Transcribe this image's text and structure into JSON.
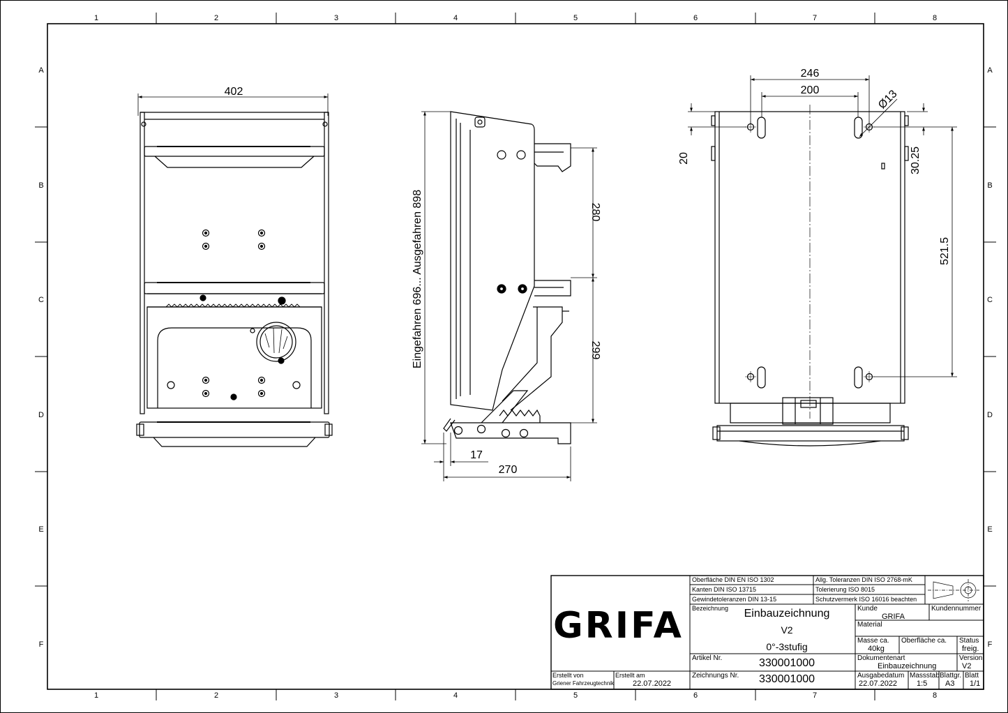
{
  "frame": {
    "columns": [
      "1",
      "2",
      "3",
      "4",
      "5",
      "6",
      "7",
      "8"
    ],
    "rows": [
      "A",
      "B",
      "C",
      "D",
      "E",
      "F"
    ]
  },
  "dimensions": {
    "front_width": "402",
    "side_height": "Eingefahren 696... Ausgefahren 898",
    "side_upper": "280",
    "side_lower": "299",
    "side_offset": "17",
    "side_depth": "270",
    "rear_outer": "246",
    "rear_inner": "200",
    "rear_hole": "Ø13",
    "rear_top": "20",
    "rear_edge": "30.25",
    "rear_vertical": "521.5"
  },
  "title_block": {
    "logo": "GRIFA",
    "standards": {
      "surface": "Oberfläche DIN EN ISO 1302",
      "edges": "Kanten DIN ISO 13715",
      "thread_tol": "Gewindetoleranzen DIN 13-15",
      "general_tol": "Allg. Toleranzen DIN ISO 2768-mK",
      "tolerancing": "Tolerierung ISO 8015",
      "protection": "Schutzvermerk ISO 16016 beachten"
    },
    "designation_label": "Bezeichnung",
    "designation_line1": "Einbauzeichnung",
    "designation_line2": "V2",
    "designation_line3": "0°-3stufig",
    "customer_label": "Kunde",
    "customer_value": "GRIFA",
    "customer_no_label": "Kundennummer",
    "customer_no_value": "",
    "material_label": "Material",
    "material_value": "",
    "mass_label": "Masse ca.",
    "mass_value": "40kg",
    "finish_label": "Oberfläche ca.",
    "finish_value": "",
    "status_label": "Status",
    "status_value": "freig.",
    "article_label": "Artikel Nr.",
    "article_value": "330001000",
    "doctype_label": "Dokumentenart",
    "doctype_value": "Einbauzeichnung",
    "version_label": "Version",
    "version_value": "V2",
    "drawing_label": "Zeichnungs Nr.",
    "drawing_value": "330001000",
    "issue_label": "Ausgabedatum",
    "issue_value": "22.07.2022",
    "scale_label": "Massstab",
    "scale_value": "1:5",
    "format_label": "Blattgr.",
    "format_value": "A3",
    "sheet_label": "Blatt",
    "sheet_value": "1/1",
    "created_by_label": "Erstellt von",
    "created_by_value": "Griener Fahrzeugtechnik",
    "created_on_label": "Erstellt am",
    "created_on_value": "22.07.2022"
  }
}
